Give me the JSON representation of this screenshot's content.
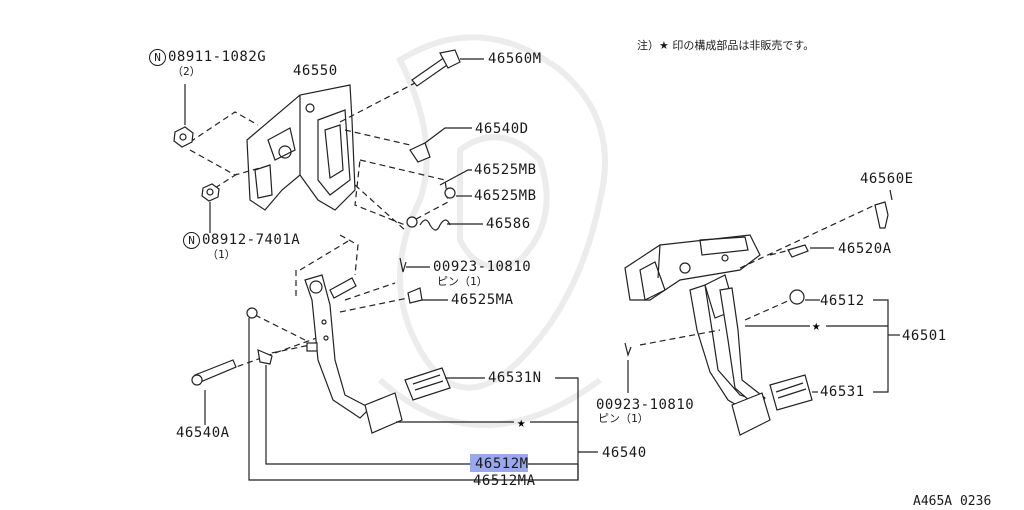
{
  "note": "注）★ 印の構成部品は非販売です。",
  "diagram_code": "A465A 0236",
  "highlight_color": "#8fa0ec",
  "nut_marker": "N",
  "labels": {
    "p08911": "08911-1082G",
    "p08911_qty": "（2）",
    "p46550": "46550",
    "p46560M": "46560M",
    "p46540D": "46540D",
    "p46525MB_1": "46525MB",
    "p46525MB_2": "46525MB",
    "p46586": "46586",
    "p08912": "08912-7401A",
    "p08912_qty": "（1）",
    "p00923_a": "00923-10810",
    "p00923_a_sub": "ピン（1）",
    "p46525MA": "46525MA",
    "p46531N": "46531N",
    "p46540A": "46540A",
    "p46540": "46540",
    "p46512M": "46512M",
    "p46512MA": "46512MA",
    "p46560E": "46560E",
    "p46520A": "46520A",
    "p46512": "46512",
    "p46501": "46501",
    "p00923_b": "00923-10810",
    "p00923_b_sub": "ピン（1）",
    "p46531": "46531"
  },
  "stars": [
    "★",
    "★"
  ]
}
